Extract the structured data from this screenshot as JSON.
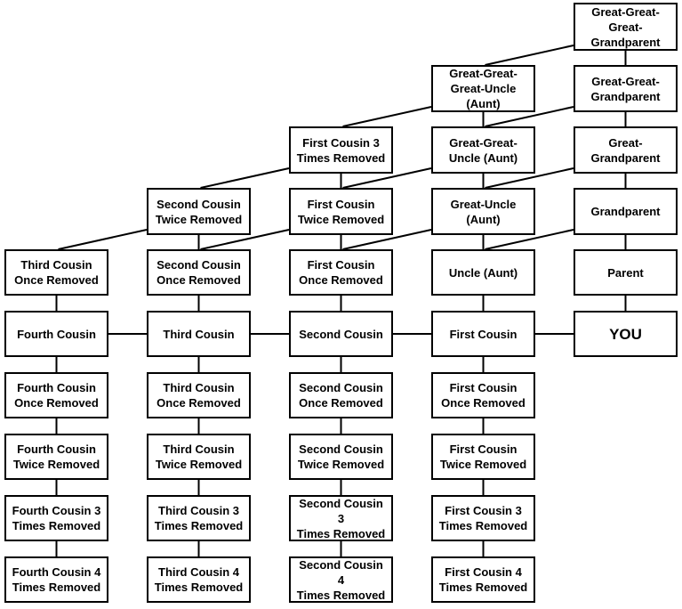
{
  "nodes": {
    "ggg_grandparent": "Great-Great-\nGreat-\nGrandparent",
    "gg_uncle": "Great-Great-\nGreat-Uncle\n(Aunt)",
    "gg_grandparent": "Great-Great-\nGrandparent",
    "fc3_up": "First Cousin 3\nTimes Removed",
    "g_g_uncle": "Great-Great-\nUncle (Aunt)",
    "g_grandparent": "Great-\nGrandparent",
    "sc2_up": "Second Cousin\nTwice Removed",
    "fc2_up": "First Cousin\nTwice Removed",
    "great_uncle": "Great-Uncle\n(Aunt)",
    "grandparent": "Grandparent",
    "tc1_up": "Third Cousin\nOnce Removed",
    "sc1_up": "Second Cousin\nOnce Removed",
    "fc1_up": "First Cousin\nOnce Removed",
    "uncle": "Uncle (Aunt)",
    "parent": "Parent",
    "fourth_cousin": "Fourth Cousin",
    "third_cousin": "Third Cousin",
    "second_cousin": "Second Cousin",
    "first_cousin": "First Cousin",
    "you": "YOU",
    "c4_r1": "Fourth Cousin\nOnce Removed",
    "c3_r1": "Third Cousin\nOnce Removed",
    "c2_r1": "Second Cousin\nOnce Removed",
    "c1_r1": "First Cousin\nOnce Removed",
    "c4_r2": "Fourth Cousin\nTwice Removed",
    "c3_r2": "Third Cousin\nTwice Removed",
    "c2_r2": "Second Cousin\nTwice Removed",
    "c1_r2": "First Cousin\nTwice Removed",
    "c4_r3": "Fourth Cousin 3\nTimes Removed",
    "c3_r3": "Third Cousin 3\nTimes Removed",
    "c2_r3": "Second Cousin 3\nTimes Removed",
    "c1_r3": "First Cousin 3\nTimes Removed",
    "c4_r4": "Fourth Cousin 4\nTimes Removed",
    "c3_r4": "Third Cousin 4\nTimes Removed",
    "c2_r4": "Second Cousin 4\nTimes Removed",
    "c1_r4": "First Cousin 4\nTimes Removed"
  }
}
